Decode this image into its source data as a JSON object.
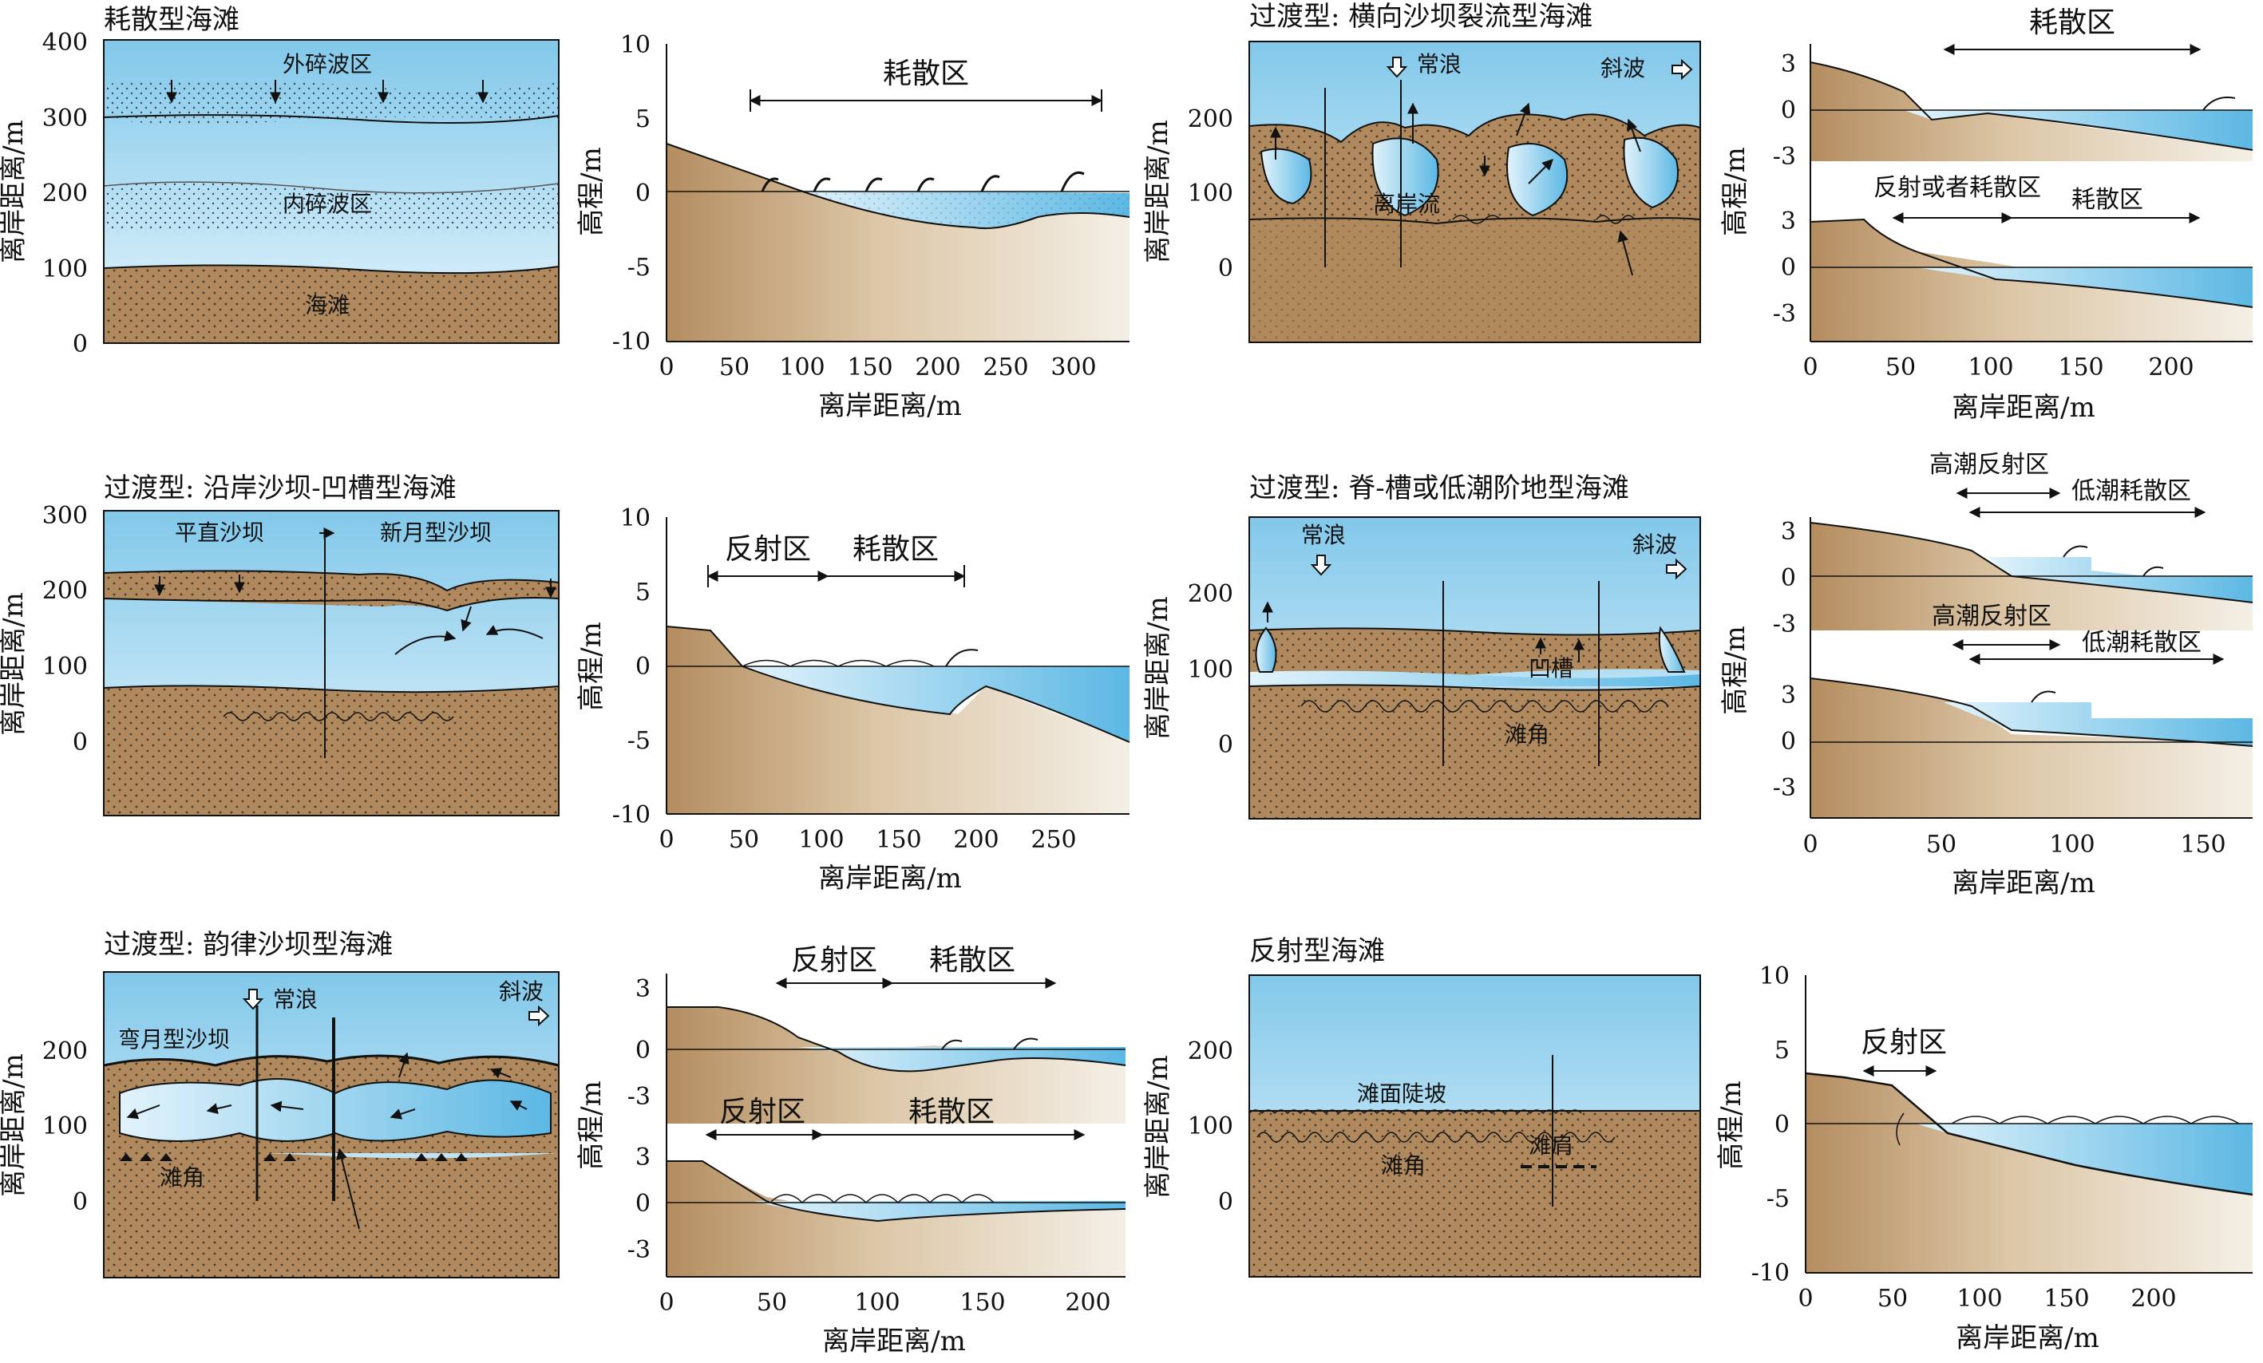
{
  "colors": {
    "water_top": "#82c8ea",
    "water_light": "#dcf1fb",
    "sand_dark": "#b48d60",
    "sand_light": "#f4efe6",
    "beach": "#b08a5e",
    "stroke": "#111111"
  },
  "text": {
    "p1": {
      "title": "耗散型海滩",
      "ylabel": "离岸距离/m",
      "ticks": [
        "400",
        "300",
        "200",
        "100",
        "0"
      ],
      "outer": "外碎波区",
      "inner": "内碎波区",
      "beach": "海滩"
    },
    "p2": {
      "ylabel": "高程/m",
      "xlabel": "离岸距离/m",
      "yticks": [
        "10",
        "5",
        "0",
        "-5",
        "-10"
      ],
      "xticks": [
        "0",
        "50",
        "100",
        "150",
        "200",
        "250",
        "300"
      ],
      "zone": "耗散区"
    },
    "p3": {
      "title": "过渡型: 横向沙坝裂流型海滩",
      "ylabel": "离岸距离/m",
      "ticks": [
        "200",
        "100",
        "0"
      ],
      "normal": "常浪",
      "oblique": "斜波",
      "rip": "离岸流"
    },
    "p4": {
      "ylabel": "高程/m",
      "xlabel": "离岸距离/m",
      "yticks_a": [
        "3",
        "0",
        "-3"
      ],
      "yticks_b": [
        "3",
        "0",
        "-3"
      ],
      "xticks": [
        "0",
        "50",
        "100",
        "150",
        "200"
      ],
      "zone_a": "耗散区",
      "zone_b1": "反射或者耗散区",
      "zone_b2": "耗散区"
    },
    "p5": {
      "title": "过渡型: 沿岸沙坝-凹槽型海滩",
      "ylabel": "离岸距离/m",
      "ticks": [
        "300",
        "200",
        "100",
        "0"
      ],
      "straight": "平直沙坝",
      "crescent": "新月型沙坝"
    },
    "p6": {
      "ylabel": "高程/m",
      "xlabel": "离岸距离/m",
      "yticks": [
        "10",
        "5",
        "0",
        "-5",
        "-10"
      ],
      "xticks": [
        "0",
        "50",
        "100",
        "150",
        "200",
        "250"
      ],
      "zone_r": "反射区",
      "zone_d": "耗散区"
    },
    "p7": {
      "title": "过渡型: 脊-槽或低潮阶地型海滩",
      "ylabel": "离岸距离/m",
      "ticks": [
        "200",
        "100",
        "0"
      ],
      "normal": "常浪",
      "oblique": "斜波",
      "trough": "凹槽",
      "cusp": "滩角"
    },
    "p8": {
      "ylabel": "高程/m",
      "xlabel": "离岸距离/m",
      "yticks_a": [
        "3",
        "0",
        "-3"
      ],
      "yticks_b": [
        "3",
        "0",
        "-3"
      ],
      "xticks": [
        "0",
        "50",
        "100",
        "150"
      ],
      "zone_a1": "高潮反射区",
      "zone_a2": "低潮耗散区",
      "zone_b1": "高潮反射区",
      "zone_b2": "低潮耗散区"
    },
    "p9": {
      "title": "过渡型: 韵律沙坝型海滩",
      "ylabel": "离岸距离/m",
      "ticks": [
        "200",
        "100",
        "0"
      ],
      "normal": "常浪",
      "oblique": "斜波",
      "crescent": "弯月型沙坝",
      "cusp": "滩角"
    },
    "p10": {
      "ylabel": "高程/m",
      "xlabel": "离岸距离/m",
      "yticks_a": [
        "3",
        "0",
        "-3"
      ],
      "yticks_b": [
        "3",
        "0",
        "-3"
      ],
      "xticks": [
        "0",
        "50",
        "100",
        "150",
        "200"
      ],
      "zone_a1": "反射区",
      "zone_a2": "耗散区",
      "zone_b1": "反射区",
      "zone_b2": "耗散区"
    },
    "p11": {
      "title": "反射型海滩",
      "ylabel": "离岸距离/m",
      "ticks": [
        "200",
        "100",
        "0"
      ],
      "slope": "滩面陡坡",
      "cusp": "滩角",
      "berm": "滩肩"
    },
    "p12": {
      "ylabel": "高程/m",
      "xlabel": "离岸距离/m",
      "yticks": [
        "10",
        "5",
        "0",
        "-5",
        "-10"
      ],
      "xticks": [
        "0",
        "50",
        "100",
        "150",
        "200"
      ],
      "zone": "反射区"
    }
  }
}
